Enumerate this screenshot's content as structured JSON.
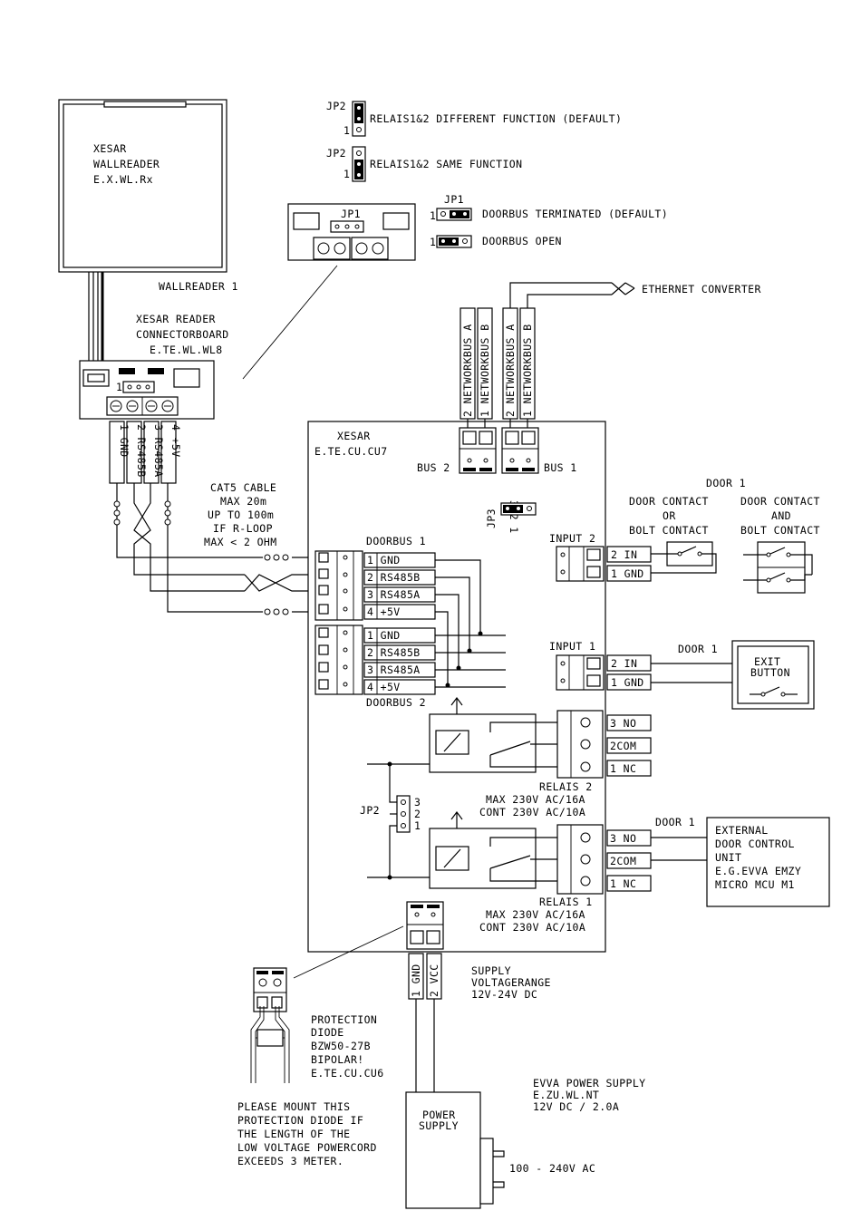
{
  "wallreader": {
    "title": "XESAR",
    "line2": "WALLREADER",
    "code": "E.X.WL.Rx",
    "caption": "WALLREADER 1"
  },
  "connectorboard": {
    "line1": "XESAR READER",
    "line2": "CONNECTORBOARD",
    "code": "E.TE.WL.WL8",
    "jumper_num": "1",
    "terminals": [
      "1 GND",
      "2 RS485B",
      "3 RS485A",
      "4 +5V"
    ]
  },
  "cable": {
    "lines": [
      "CAT5 CABLE",
      "MAX 20m",
      "UP TO 100m",
      "IF R-LOOP",
      "MAX < 2 OHM"
    ]
  },
  "jp2_legend": {
    "tag": "JP2",
    "pin": "1",
    "different": "RELAIS1&2 DIFFERENT FUNCTION (DEFAULT)",
    "same": "RELAIS1&2 SAME FUNCTION"
  },
  "jp1_legend": {
    "tag": "JP1",
    "pin": "1",
    "terminated": "DOORBUS TERMINATED (DEFAULT)",
    "open": "DOORBUS OPEN"
  },
  "ethernet": "ETHERNET CONVERTER",
  "network_labels": [
    "2 NETWORKBUS A",
    "1 NETWORKBUS B",
    "2 NETWORKBUS A",
    "1 NETWORKBUS B"
  ],
  "control_unit": {
    "line1": "XESAR",
    "code": "E.TE.CU.CU7",
    "bus2": "BUS 2",
    "bus1": "BUS 1",
    "jp3": "JP3",
    "jp3_pins": "3 2 1",
    "doorbus1": "DOORBUS 1",
    "doorbus2": "DOORBUS 2",
    "doorbus_terminals": [
      "1 GND",
      "2 RS485B",
      "3 RS485A",
      "4 +5V"
    ],
    "input2": "INPUT 2",
    "input1": "INPUT 1",
    "in_terminals": [
      "2 IN",
      "1 GND"
    ],
    "relais_terminals": [
      "3 NO",
      "2COM",
      "1 NC"
    ],
    "jp2": "JP2",
    "jp2_pins": [
      "3",
      "2",
      "1"
    ],
    "relais2": [
      "RELAIS 2",
      "MAX 230V AC/16A",
      "CONT 230V AC/10A"
    ],
    "relais1": [
      "RELAIS 1",
      "MAX 230V AC/16A",
      "CONT 230V AC/10A"
    ],
    "supply_terminals": [
      "1 GND",
      "2 VCC"
    ]
  },
  "door_top": {
    "door": "DOOR 1",
    "contact_or": [
      "DOOR CONTACT",
      "OR",
      "BOLT CONTACT"
    ],
    "contact_and": [
      "DOOR CONTACT",
      "AND",
      "BOLT CONTACT"
    ]
  },
  "exit": {
    "door": "DOOR 1",
    "lines": [
      "EXIT",
      "BUTTON"
    ]
  },
  "external": {
    "door": "DOOR 1",
    "lines": [
      "EXTERNAL",
      "DOOR CONTROL",
      "UNIT",
      "E.G.EVVA EMZY",
      "MICRO MCU M1"
    ]
  },
  "supply": {
    "lines": [
      "SUPPLY",
      "VOLTAGERANGE",
      "12V-24V DC"
    ]
  },
  "diode": {
    "lines": [
      "PROTECTION",
      "DIODE",
      "BZW50-27B",
      "BIPOLAR!",
      "E.TE.CU.CU6"
    ]
  },
  "note": {
    "lines": [
      "PLEASE MOUNT THIS",
      "PROTECTION DIODE IF",
      "THE LENGTH OF THE",
      "LOW VOLTAGE POWERCORD",
      "EXCEEDS 3 METER."
    ]
  },
  "psu": {
    "lines": [
      "EVVA POWER SUPPLY",
      "E.ZU.WL.NT",
      "12V DC / 2.0A"
    ],
    "box": [
      "POWER",
      "SUPPLY"
    ],
    "ac": "100 - 240V AC"
  }
}
